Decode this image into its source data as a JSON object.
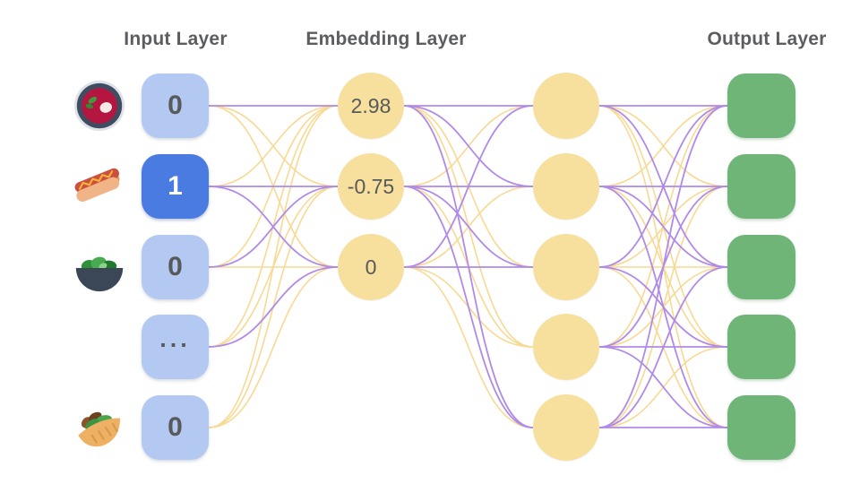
{
  "headers": {
    "input": "Input Layer",
    "embedding": "Embedding Layer",
    "output": "Output Layer"
  },
  "input_layer": {
    "nodes": [
      {
        "icon": "soup-icon",
        "label": "0",
        "active": false
      },
      {
        "icon": "hotdog-icon",
        "label": "1",
        "active": true
      },
      {
        "icon": "salad-icon",
        "label": "0",
        "active": false
      },
      {
        "icon": null,
        "label": "...",
        "active": false
      },
      {
        "icon": "pita-icon",
        "label": "0",
        "active": false
      }
    ]
  },
  "embedding_layer": {
    "nodes": [
      {
        "label": "2.98"
      },
      {
        "label": "-0.75"
      },
      {
        "label": "0"
      }
    ]
  },
  "hidden_layer": {
    "nodes": [
      {
        "label": ""
      },
      {
        "label": ""
      },
      {
        "label": ""
      },
      {
        "label": ""
      },
      {
        "label": ""
      }
    ]
  },
  "output_layer": {
    "nodes": [
      {
        "label": ""
      },
      {
        "label": ""
      },
      {
        "label": ""
      },
      {
        "label": ""
      },
      {
        "label": ""
      }
    ]
  },
  "colors": {
    "input_node": "#b3c9f1",
    "input_node_active": "#4a7be0",
    "input_text": "#58595b",
    "input_text_active": "#ffffff",
    "embedding_node": "#f7e09d",
    "hidden_node": "#f7e09d",
    "output_node": "#70b578",
    "edge_purple": "#b08ae9",
    "edge_yellow": "#f8d993",
    "header_text": "#5c5d60"
  },
  "edges": {
    "input_to_embedding": [
      [
        "P",
        "Y",
        "Y"
      ],
      [
        "Y",
        "P",
        "P"
      ],
      [
        "Y",
        "P",
        "Y"
      ],
      [
        "Y",
        "Y",
        "P"
      ],
      [
        "Y",
        "Y",
        "Y"
      ]
    ],
    "embedding_to_hidden": [
      [
        "P",
        "P",
        "Y",
        "Y",
        "P"
      ],
      [
        "Y",
        "P",
        "P",
        "Y",
        "P"
      ],
      [
        "P",
        "Y",
        "P",
        "Y",
        "Y"
      ]
    ],
    "hidden_to_output": [
      [
        "P",
        "Y",
        "P",
        "Y",
        "Y"
      ],
      [
        "Y",
        "P",
        "P",
        "Y",
        "P"
      ],
      [
        "P",
        "Y",
        "Y",
        "P",
        "Y"
      ],
      [
        "Y",
        "P",
        "Y",
        "P",
        "P"
      ],
      [
        "P",
        "Y",
        "P",
        "Y",
        "P"
      ]
    ]
  }
}
